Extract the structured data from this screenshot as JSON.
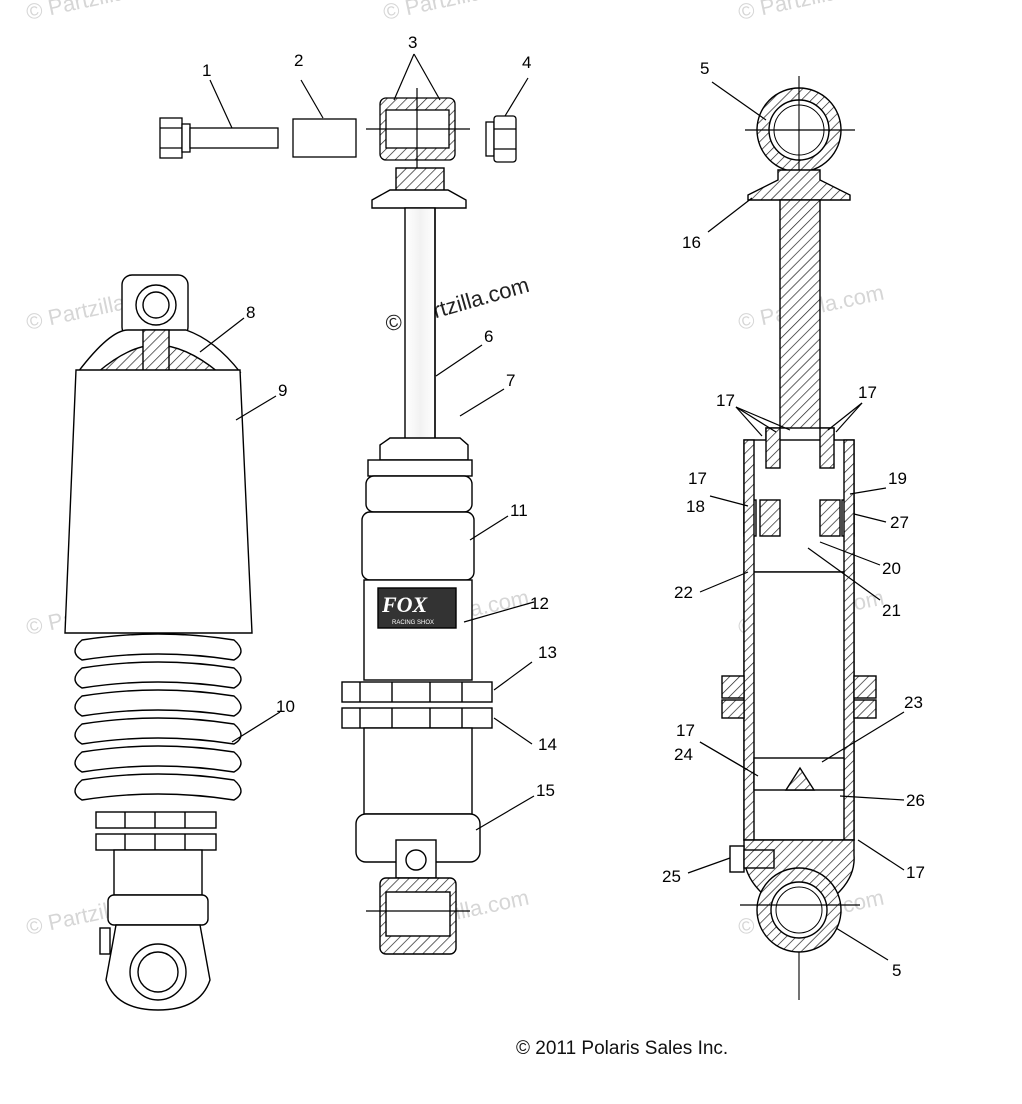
{
  "watermark": {
    "text": "© Partzilla.com",
    "center_text": "© Partzilla.com"
  },
  "copyright": "© 2011 Polaris Sales Inc.",
  "brand": {
    "logo": "FOX",
    "tagline": "RACING SHOX"
  },
  "callouts": {
    "c1": "1",
    "c2": "2",
    "c3": "3",
    "c4": "4",
    "c5_top": "5",
    "c5_bottom": "5",
    "c6": "6",
    "c7": "7",
    "c8": "8",
    "c9": "9",
    "c10": "10",
    "c11": "11",
    "c12": "12",
    "c13": "13",
    "c14": "14",
    "c15": "15",
    "c16": "16",
    "c17_a": "17",
    "c17_b": "17",
    "c17_c": "17",
    "c17_d": "17",
    "c17_e": "17",
    "c18": "18",
    "c19": "19",
    "c20": "20",
    "c21": "21",
    "c22": "22",
    "c23": "23",
    "c24": "24",
    "c25": "25",
    "c26": "26",
    "c27": "27"
  }
}
